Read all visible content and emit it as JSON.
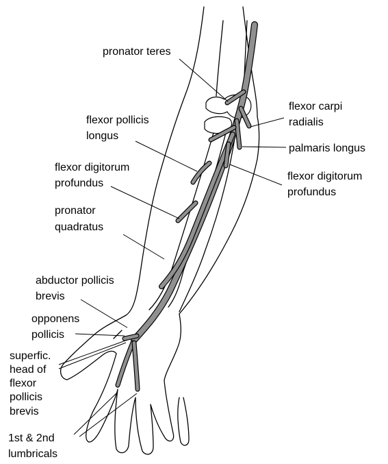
{
  "colors": {
    "nerve": "#909090",
    "outline": "#000000",
    "background": "#ffffff"
  },
  "labels": {
    "pronator_teres": [
      "pronator teres"
    ],
    "flexor_carpi_radialis": [
      "flexor carpi",
      "radialis"
    ],
    "flexor_pollicis_longus": [
      "flexor pollicis",
      "longus"
    ],
    "palmaris_longus": [
      "palmaris longus"
    ],
    "flexor_digitorum_profundus_left": [
      "flexor digitorum",
      "profundus"
    ],
    "flexor_digitorum_profundus_right": [
      "flexor digitorum",
      "profundus"
    ],
    "pronator_quadratus": [
      "pronator",
      "quadratus"
    ],
    "abductor_pollicis_brevis": [
      "abductor pollicis",
      "brevis"
    ],
    "opponens_pollicis": [
      "opponens",
      "pollicis"
    ],
    "superficial_head_fpb": [
      "superfic.",
      "head of",
      "flexor",
      "pollicis",
      "brevis"
    ],
    "lumbricals": [
      "1st & 2nd",
      "lumbricals"
    ]
  }
}
